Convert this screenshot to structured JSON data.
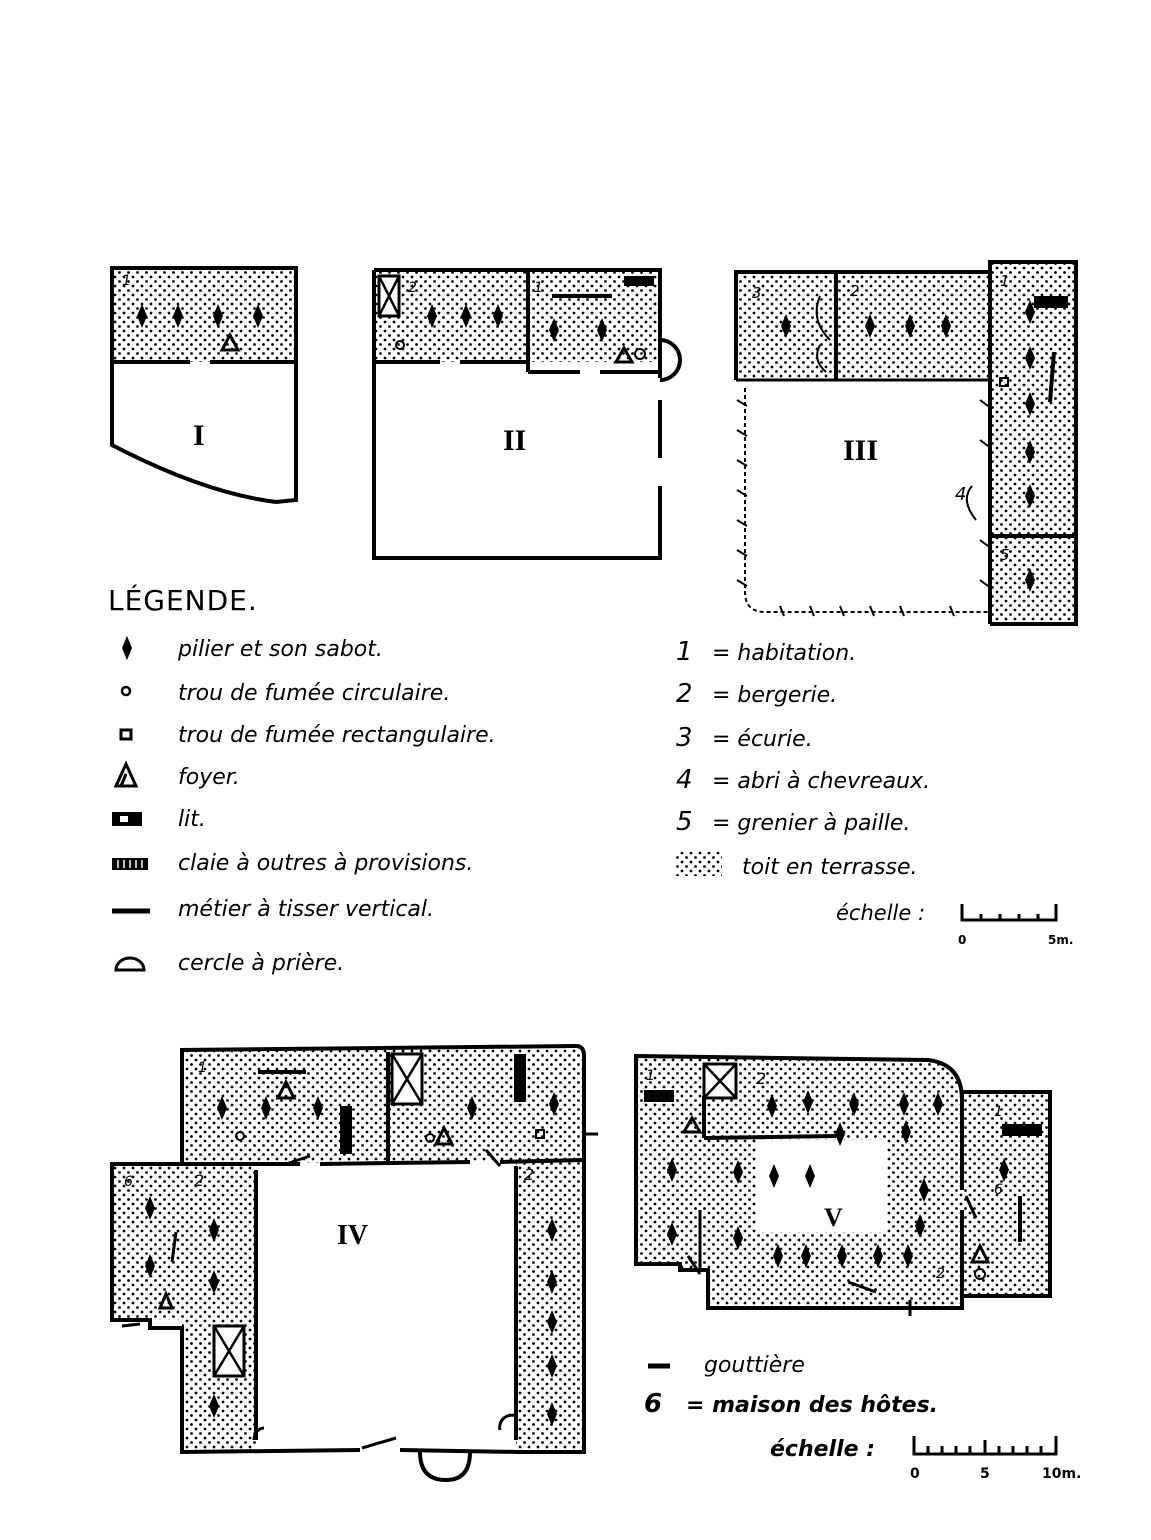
{
  "plans": [
    {
      "id": "I",
      "label": "I"
    },
    {
      "id": "II",
      "label": "II"
    },
    {
      "id": "III",
      "label": "III"
    },
    {
      "id": "IV",
      "label": "IV"
    },
    {
      "id": "V",
      "label": "V"
    }
  ],
  "room_numbers": [
    "1",
    "2",
    "3",
    "4",
    "5",
    "6"
  ],
  "legend": {
    "title": "LÉGENDE.",
    "symbols": [
      {
        "icon": "pillar-icon",
        "text": "pilier et son sabot."
      },
      {
        "icon": "circular-smoke-hole-icon",
        "text": "trou de fumée circulaire."
      },
      {
        "icon": "rectangular-smoke-hole-icon",
        "text": "trou de fumée rectangulaire."
      },
      {
        "icon": "hearth-icon",
        "text": "foyer."
      },
      {
        "icon": "bed-icon",
        "text": "lit."
      },
      {
        "icon": "rack-icon",
        "text": "claie à outres à provisions."
      },
      {
        "icon": "loom-icon",
        "text": "métier à tisser vertical."
      },
      {
        "icon": "prayer-circle-icon",
        "text": "cercle à prière."
      }
    ],
    "numbered": [
      {
        "num": "1",
        "text": "= habitation."
      },
      {
        "num": "2",
        "text": "= bergerie."
      },
      {
        "num": "3",
        "text": "= écurie."
      },
      {
        "num": "4",
        "text": "= abri à chevreaux."
      },
      {
        "num": "5",
        "text": "= grenier à paille."
      }
    ],
    "roof": {
      "icon": "flat-roof-icon",
      "text": "toit en terrasse."
    },
    "scale_top": {
      "label": "échelle :",
      "ticks": [
        "0",
        "5m."
      ]
    }
  },
  "legend2": {
    "gutter": {
      "icon": "gutter-icon",
      "text": "gouttière"
    },
    "guest": {
      "num": "6",
      "text": "= maison des hôtes."
    },
    "scale_bottom": {
      "label": "échelle :",
      "ticks": [
        "0",
        "5",
        "10m."
      ]
    }
  }
}
